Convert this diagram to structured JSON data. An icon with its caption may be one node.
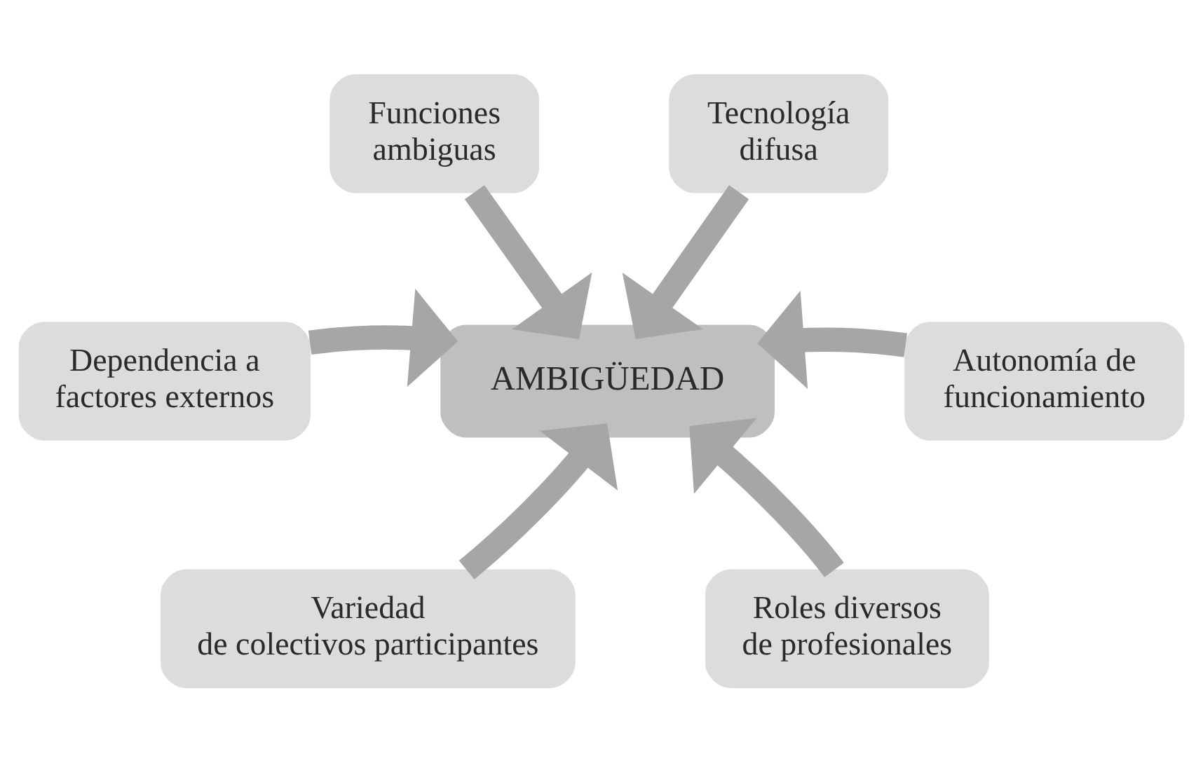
{
  "diagram": {
    "nodes": [
      {
        "text": [
          "Funciones ambiguas"
        ]
      },
      {
        "text": [
          "Tecnología difusa"
        ]
      },
      {
        "text": [
          "Dependencia a factores externos"
        ]
      },
      {
        "text": [
          "AMBIGÜEDAD"
        ]
      },
      {
        "text": [
          "Autonomía de funcionamiento"
        ]
      },
      {
        "text": [
          "Variedad de colectivos participantes"
        ]
      },
      {
        "text": [
          "Roles diversos de profesionales"
        ]
      }
    ],
    "edges": [
      {
        "from": 0,
        "to": 3,
        "arrow": "to"
      },
      {
        "from": 1,
        "to": 3,
        "arrow": "to"
      },
      {
        "from": 2,
        "to": 3,
        "arrow": "to"
      },
      {
        "from": 4,
        "to": 3,
        "arrow": "to"
      },
      {
        "from": 5,
        "to": 3,
        "arrow": "to"
      },
      {
        "from": 6,
        "to": 3,
        "arrow": "to"
      }
    ]
  }
}
